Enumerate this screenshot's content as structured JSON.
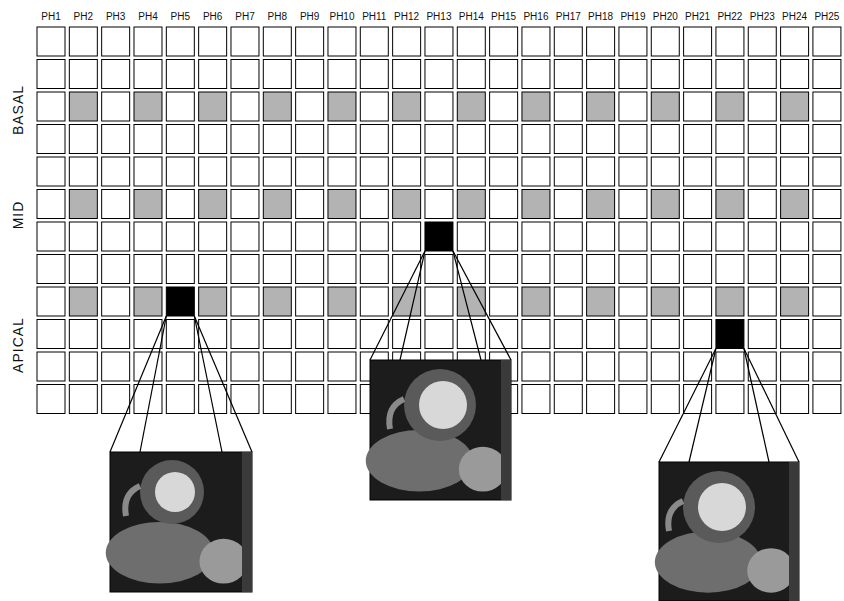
{
  "diagram": {
    "labels": [
      "PH1",
      "PH2",
      "PH3",
      "PH4",
      "PH5",
      "PH6",
      "PH7",
      "PH8",
      "PH9",
      "PH10",
      "PH11",
      "PH12",
      "PH13",
      "PH14",
      "PH15",
      "PH16",
      "PH17",
      "PH18",
      "PH19",
      "PH20",
      "PH21",
      "PH22",
      "PH23",
      "PH24",
      "PH25",
      "BASAL",
      "MID",
      "APICAL"
    ]
  }
}
